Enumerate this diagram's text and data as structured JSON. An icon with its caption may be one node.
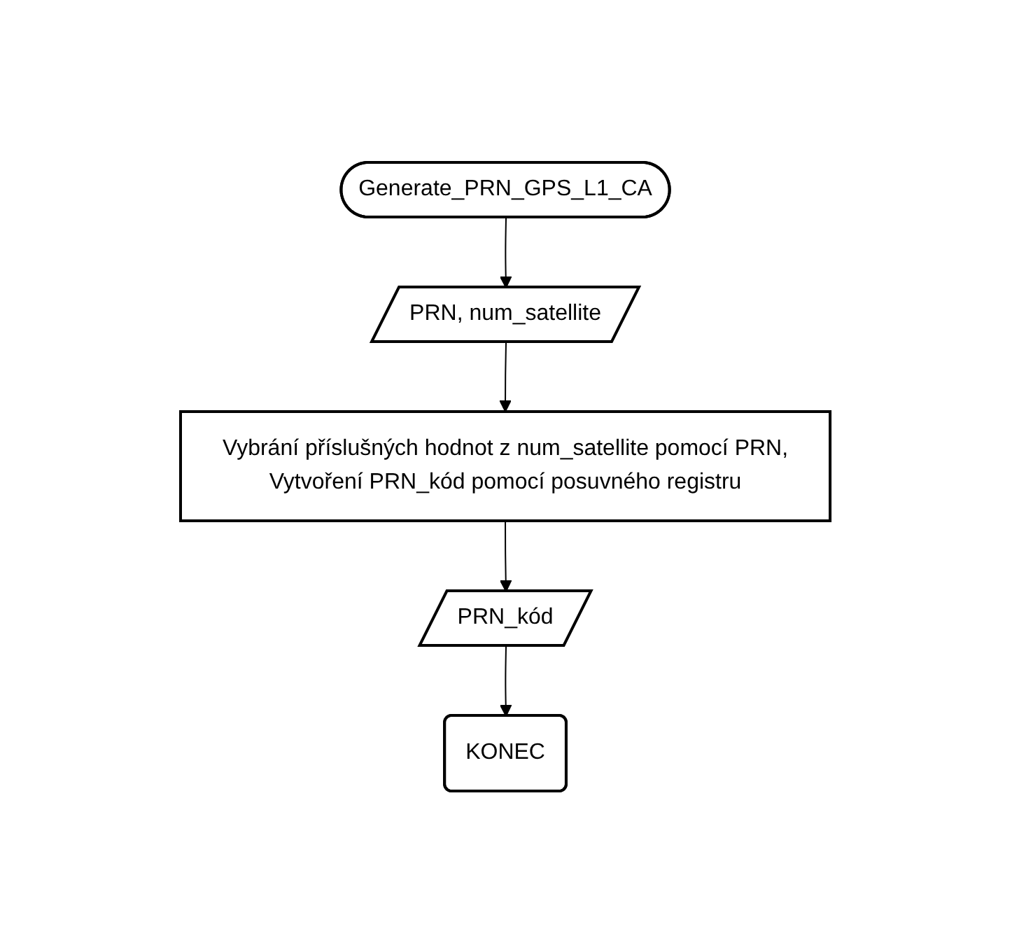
{
  "diagram": {
    "nodes": [
      {
        "text": [
          "Generate_PRN_GPS_L1_CA"
        ]
      },
      {
        "text": [
          "PRN, num_satellite"
        ]
      },
      {
        "text": [
          "Vybrání příslušných hodnot z num_satellite pomocí PRN, Vytvoření PRN_kód pomocí posuvného registru"
        ]
      },
      {
        "text": [
          "PRN_kód"
        ]
      },
      {
        "text": [
          "KONEC"
        ]
      }
    ],
    "edges": [
      {
        "from": 0,
        "to": 1,
        "arrow": "to"
      },
      {
        "from": 1,
        "to": 2,
        "arrow": "to"
      },
      {
        "from": 2,
        "to": 3,
        "arrow": "to"
      },
      {
        "from": 3,
        "to": 4,
        "arrow": "to"
      }
    ]
  }
}
